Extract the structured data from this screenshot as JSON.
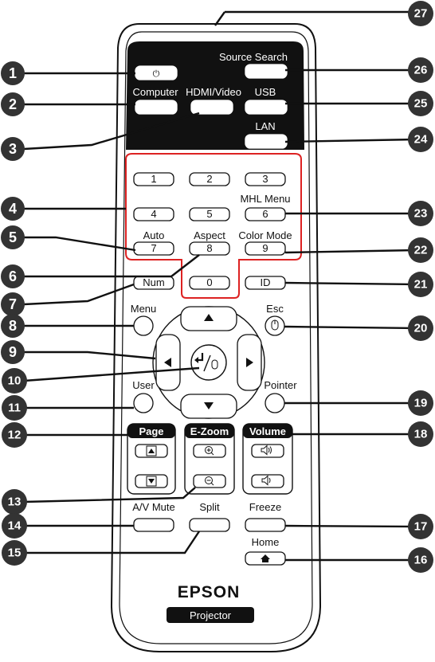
{
  "remote": {
    "top_labels": {
      "power_symbol": "⏻",
      "source_search": "Source Search",
      "computer": "Computer",
      "hdmi_video": "HDMI/Video",
      "usb": "USB",
      "lan": "LAN"
    },
    "numpad": {
      "n1": "1",
      "n2": "2",
      "n3": "3",
      "n4": "4",
      "n5": "5",
      "n6": "6",
      "n7": "7",
      "n8": "8",
      "n9": "9",
      "n0": "0",
      "mhl_menu": "MHL Menu",
      "auto": "Auto",
      "aspect": "Aspect",
      "color_mode": "Color Mode"
    },
    "mid": {
      "num": "Num",
      "id": "ID",
      "menu": "Menu",
      "esc": "Esc",
      "user": "User",
      "pointer": "Pointer"
    },
    "groups": {
      "page": "Page",
      "ezoom": "E-Zoom",
      "volume": "Volume"
    },
    "bottom": {
      "av_mute": "A/V Mute",
      "split": "Split",
      "freeze": "Freeze",
      "home": "Home",
      "brand": "EPSON",
      "projector": "Projector"
    }
  },
  "callouts": [
    "1",
    "2",
    "3",
    "4",
    "5",
    "6",
    "7",
    "8",
    "9",
    "10",
    "11",
    "12",
    "13",
    "14",
    "15",
    "16",
    "17",
    "18",
    "19",
    "20",
    "21",
    "22",
    "23",
    "24",
    "25",
    "26",
    "27"
  ]
}
